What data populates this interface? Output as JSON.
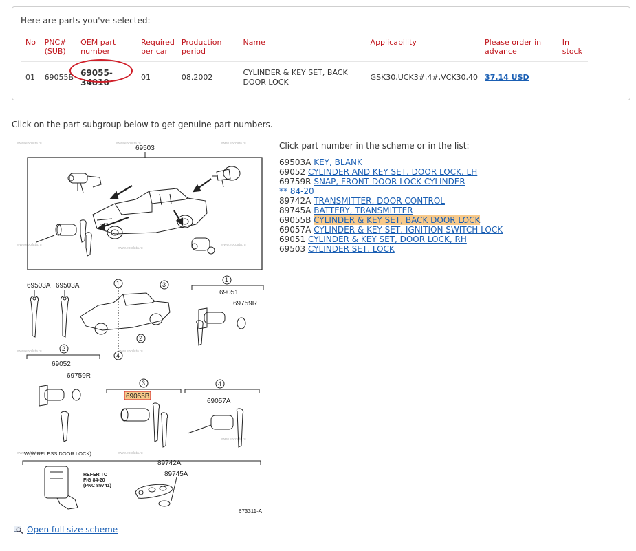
{
  "selected": {
    "title": "Here are parts you've selected:",
    "columns": {
      "no": "No",
      "pnc_line1": "PNC#",
      "pnc_line2": "(SUB)",
      "oem": "OEM part number",
      "required_line1": "Required",
      "required_line2": "per car",
      "production": "Production period",
      "name": "Name",
      "applicability": "Applicability",
      "order": "Please order in advance",
      "stock": "In stock"
    },
    "row": {
      "no": "01",
      "pnc": "69055B",
      "oem": "69055-34010",
      "required": "01",
      "production": "08.2002",
      "name": "CYLINDER & KEY SET, BACK DOOR LOCK",
      "applicability": "GSK30,UCK3#,4#,VCK30,40",
      "price": "37.14 USD",
      "stock": ""
    }
  },
  "instruction": "Click on the part subgroup below to get genuine part numbers.",
  "list": {
    "title": "Click part number in the scheme or in the list:",
    "items": [
      {
        "code": "69503A",
        "label": "KEY, BLANK",
        "highlight": false
      },
      {
        "code": "69052",
        "label": "CYLINDER AND KEY SET, DOOR LOCK, LH",
        "highlight": false
      },
      {
        "code": "69759R",
        "label": "SNAP, FRONT DOOR LOCK CYLINDER",
        "highlight": false
      },
      {
        "code": "",
        "label": "** 84-20",
        "highlight": false
      },
      {
        "code": "89742A",
        "label": "TRANSMITTER, DOOR CONTROL",
        "highlight": false
      },
      {
        "code": "89745A",
        "label": "BATTERY, TRANSMITTER",
        "highlight": false
      },
      {
        "code": "69055B",
        "label": "CYLINDER & KEY SET, BACK DOOR LOCK",
        "highlight": true
      },
      {
        "code": "69057A",
        "label": "CYLINDER & KEY SET, IGNITION SWITCH LOCK",
        "highlight": false
      },
      {
        "code": "69051",
        "label": "CYLINDER & KEY SET, DOOR LOCK, RH",
        "highlight": false
      },
      {
        "code": "69503",
        "label": "CYLINDER SET, LOCK",
        "highlight": false
      }
    ]
  },
  "scheme": {
    "watermark": "www.epcdata.ru",
    "labels": {
      "top": "69503",
      "k1": "69503A",
      "k2": "69503A",
      "c1": "69051",
      "s1": "69759R",
      "c2": "69052",
      "s2": "69759R",
      "c3": "69055B",
      "c4": "69057A",
      "n1": "1",
      "n2": "2",
      "n3": "3",
      "n4": "4",
      "w": "W(WIRELESS DOOR LOCK)",
      "ref1": "REFER TO",
      "ref2": "FIG 84-20",
      "ref3": "(PNC 89741)",
      "t1": "89742A",
      "t2": "89745A",
      "fig": "673311-A"
    }
  },
  "full_size_link": "Open full size scheme"
}
